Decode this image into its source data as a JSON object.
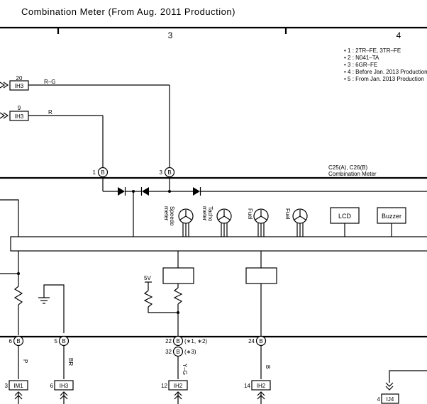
{
  "title": "Combination Meter (From Aug.  2011 Production)",
  "columns": [
    "3",
    "4"
  ],
  "notes": [
    "• 1 : 2TR–FE,  3TR–FE",
    "• 2 : N041–TA",
    "• 3 : 6GR–FE",
    "• 4 : Before Jan.  2013 Production",
    "• 5 : From Jan.  2013 Production"
  ],
  "component": {
    "code": "C25(A), C26(B)",
    "name": "Combination Meter"
  },
  "gauges": [
    "Speedo meter",
    "Tacho meter",
    "Fuel",
    "Fuel"
  ],
  "gauge_lines": {
    "speedo": [
      "Speedo",
      "meter"
    ],
    "tacho": [
      "Tacho",
      "meter"
    ],
    "fuel1": [
      "Fuel"
    ],
    "fuel2": [
      "Fuel"
    ]
  },
  "blocks": {
    "lcd": "LCD",
    "buzzer": "Buzzer"
  },
  "supply": "5V",
  "top_wires": [
    {
      "pin": "20",
      "connector": "IH3",
      "color": "R–G"
    },
    {
      "pin": "9",
      "connector": "IH3",
      "color": "R"
    }
  ],
  "top_pins": [
    {
      "pin": "1",
      "letter": "B"
    },
    {
      "pin": "3",
      "letter": "B"
    }
  ],
  "bottom_pins": [
    {
      "pin": "6",
      "letter": "B"
    },
    {
      "pin": "5",
      "letter": "B"
    },
    {
      "pin": "22",
      "letter": "B",
      "note": "(∗1, ∗2)"
    },
    {
      "pin": "32",
      "letter": "B",
      "note": "(∗3)"
    },
    {
      "pin": "24",
      "letter": "B"
    }
  ],
  "bottom_wire_colors": [
    "P",
    "BR",
    "Y–G",
    "B"
  ],
  "bottom_connectors": [
    {
      "pin": "3",
      "connector": "IM1"
    },
    {
      "pin": "6",
      "connector": "IH3"
    },
    {
      "pin": "12",
      "connector": "IH2"
    },
    {
      "pin": "14",
      "connector": "IH2"
    },
    {
      "pin": "4",
      "connector": "IJ4"
    }
  ]
}
